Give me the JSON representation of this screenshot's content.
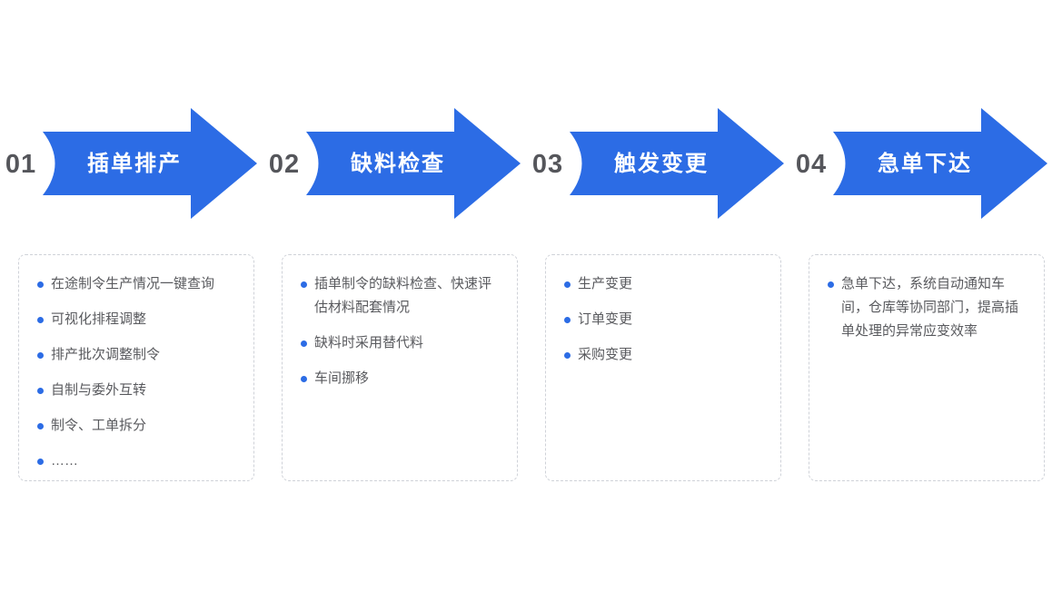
{
  "accent_color": "#2c6ce5",
  "number_color": "#55565b",
  "text_color": "#595a5e",
  "steps": [
    {
      "number": "01",
      "title": "插单排产",
      "bullets": [
        "在途制令生产情况一键查询",
        "可视化排程调整",
        "排产批次调整制令",
        "自制与委外互转",
        "制令、工单拆分",
        "……"
      ]
    },
    {
      "number": "02",
      "title": "缺料检查",
      "bullets": [
        "插单制令的缺料检查、快速评估材料配套情况",
        "缺料时采用替代料",
        "车间挪移"
      ]
    },
    {
      "number": "03",
      "title": "触发变更",
      "bullets": [
        "生产变更",
        "订单变更",
        "采购变更"
      ]
    },
    {
      "number": "04",
      "title": "急单下达",
      "bullets": [
        "急单下达，系统自动通知车间，仓库等协同部门，提高插单处理的异常应变效率"
      ]
    }
  ]
}
